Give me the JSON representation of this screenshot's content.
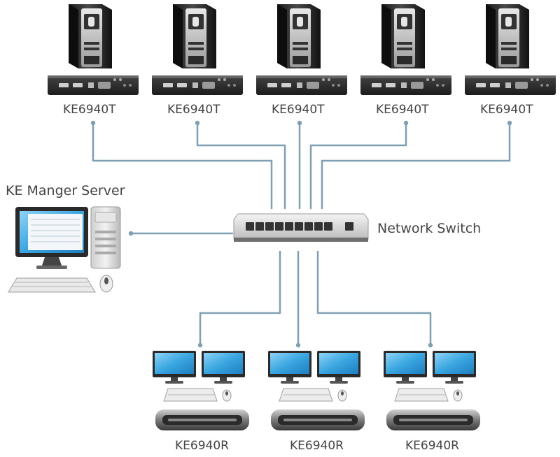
{
  "transmitters": [
    {
      "label": "KE6940T"
    },
    {
      "label": "KE6940T"
    },
    {
      "label": "KE6940T"
    },
    {
      "label": "KE6940T"
    },
    {
      "label": "KE6940T"
    }
  ],
  "receivers": [
    {
      "label": "KE6940R"
    },
    {
      "label": "KE6940R"
    },
    {
      "label": "KE6940R"
    }
  ],
  "server": {
    "label": "KE Manger Server"
  },
  "switch": {
    "label": "Network Switch"
  },
  "colors": {
    "line": "#7f9fb3",
    "device_dark": "#2b2b2b",
    "screen_blue": "#3aa6e0",
    "text": "#444444"
  }
}
